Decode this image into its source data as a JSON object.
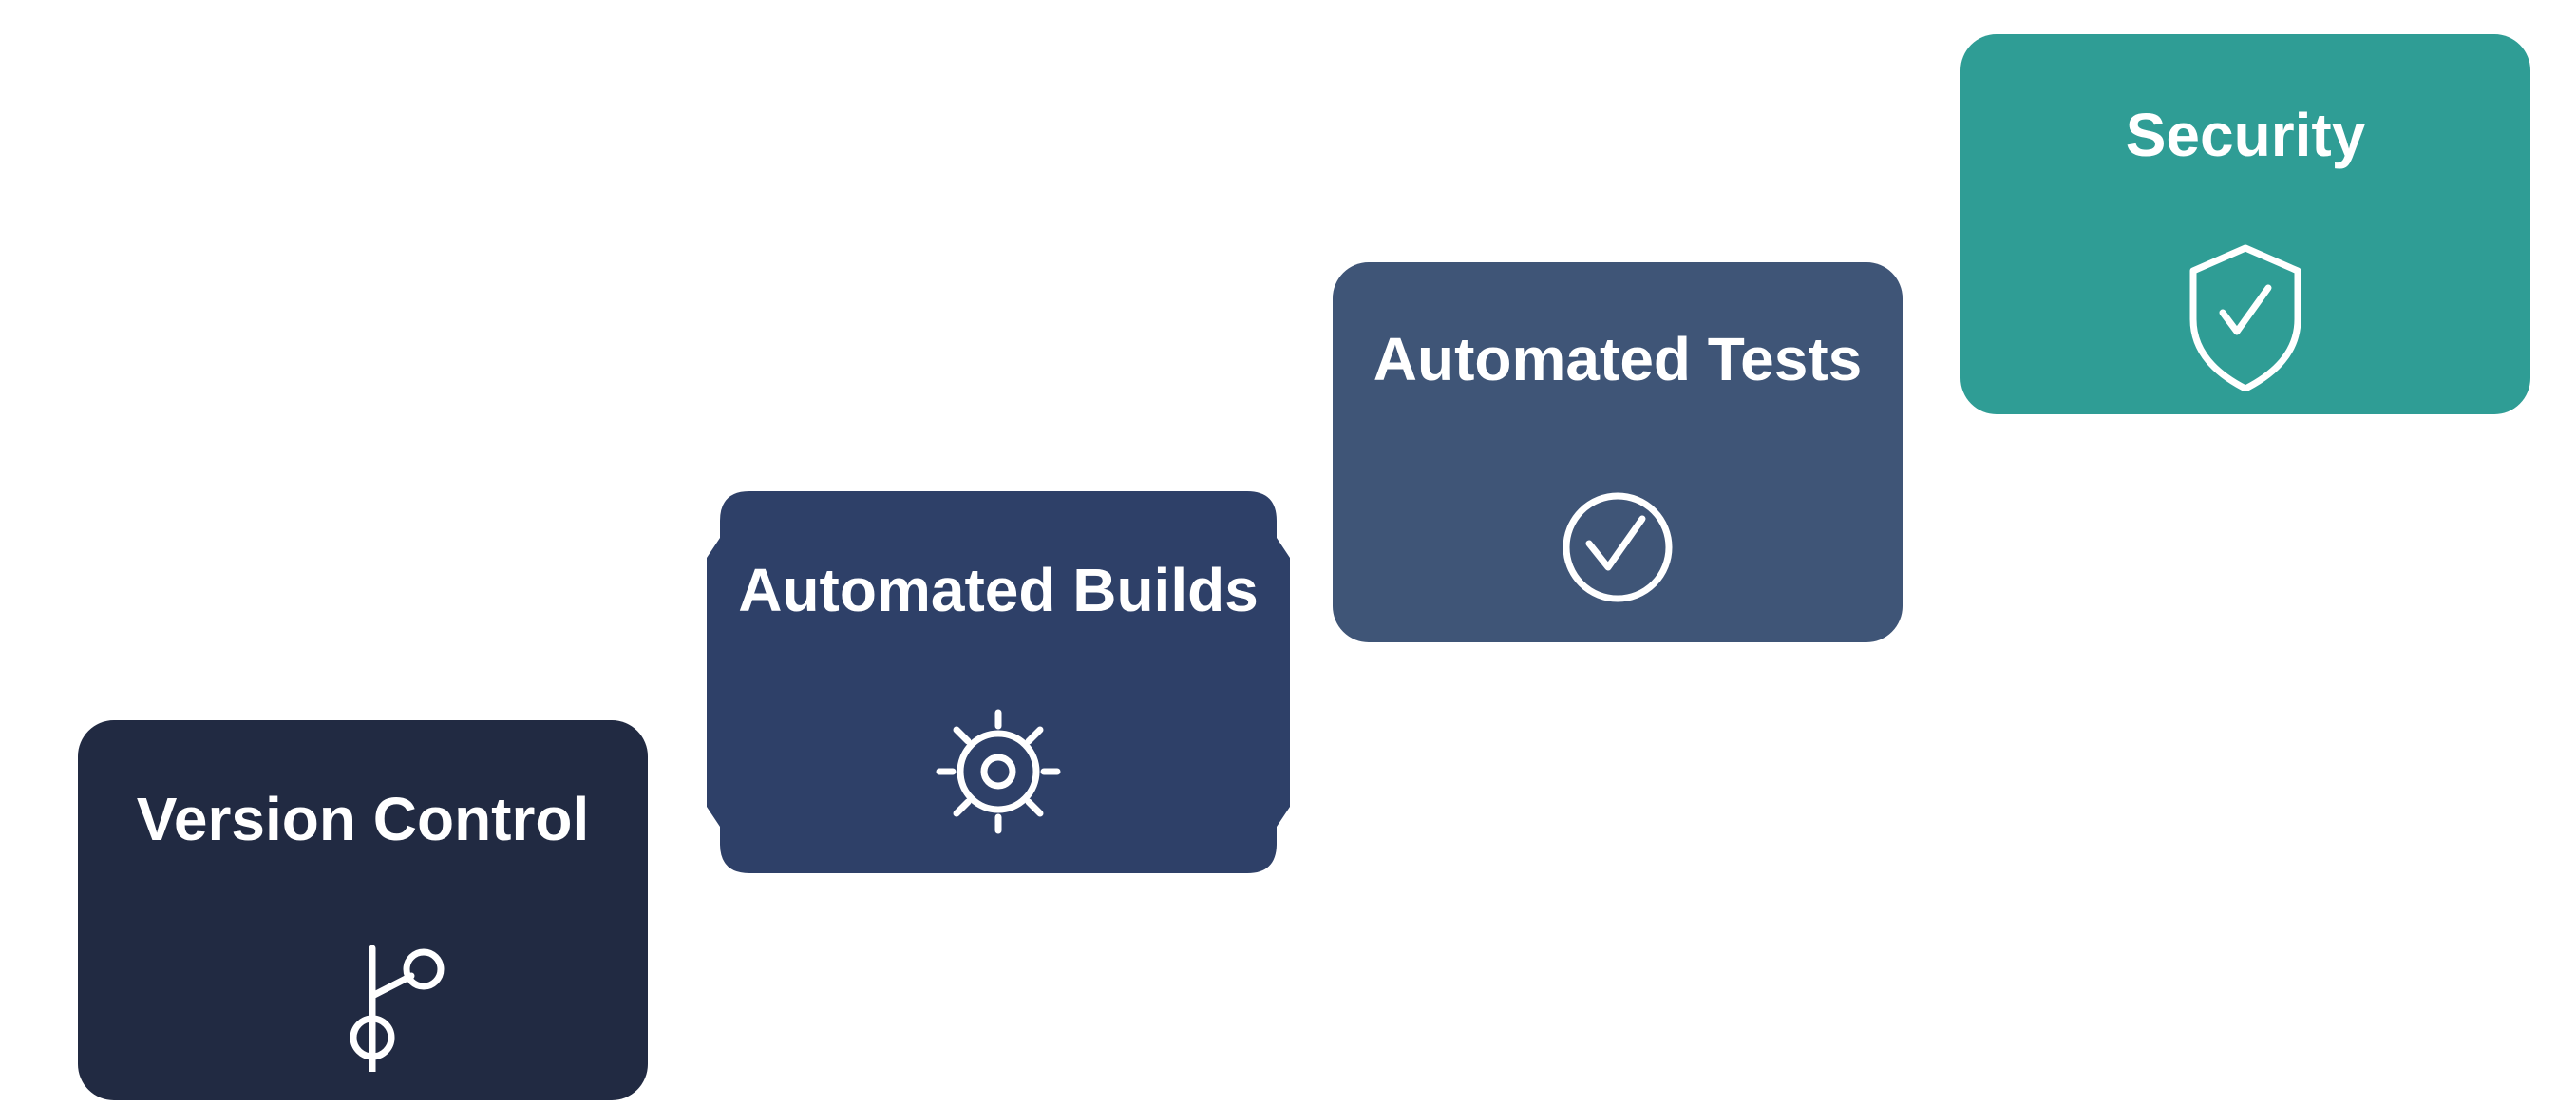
{
  "diagram": {
    "steps": [
      {
        "label": "Version Control",
        "icon": "git-branch-icon",
        "color": "#212a42"
      },
      {
        "label": "Automated Builds",
        "icon": "gear-icon",
        "color": "#2e4068"
      },
      {
        "label": "Automated Tests",
        "icon": "check-circle-icon",
        "color": "#3f5577"
      },
      {
        "label": "Security",
        "icon": "shield-check-icon",
        "color": "#2f9d95"
      }
    ]
  }
}
